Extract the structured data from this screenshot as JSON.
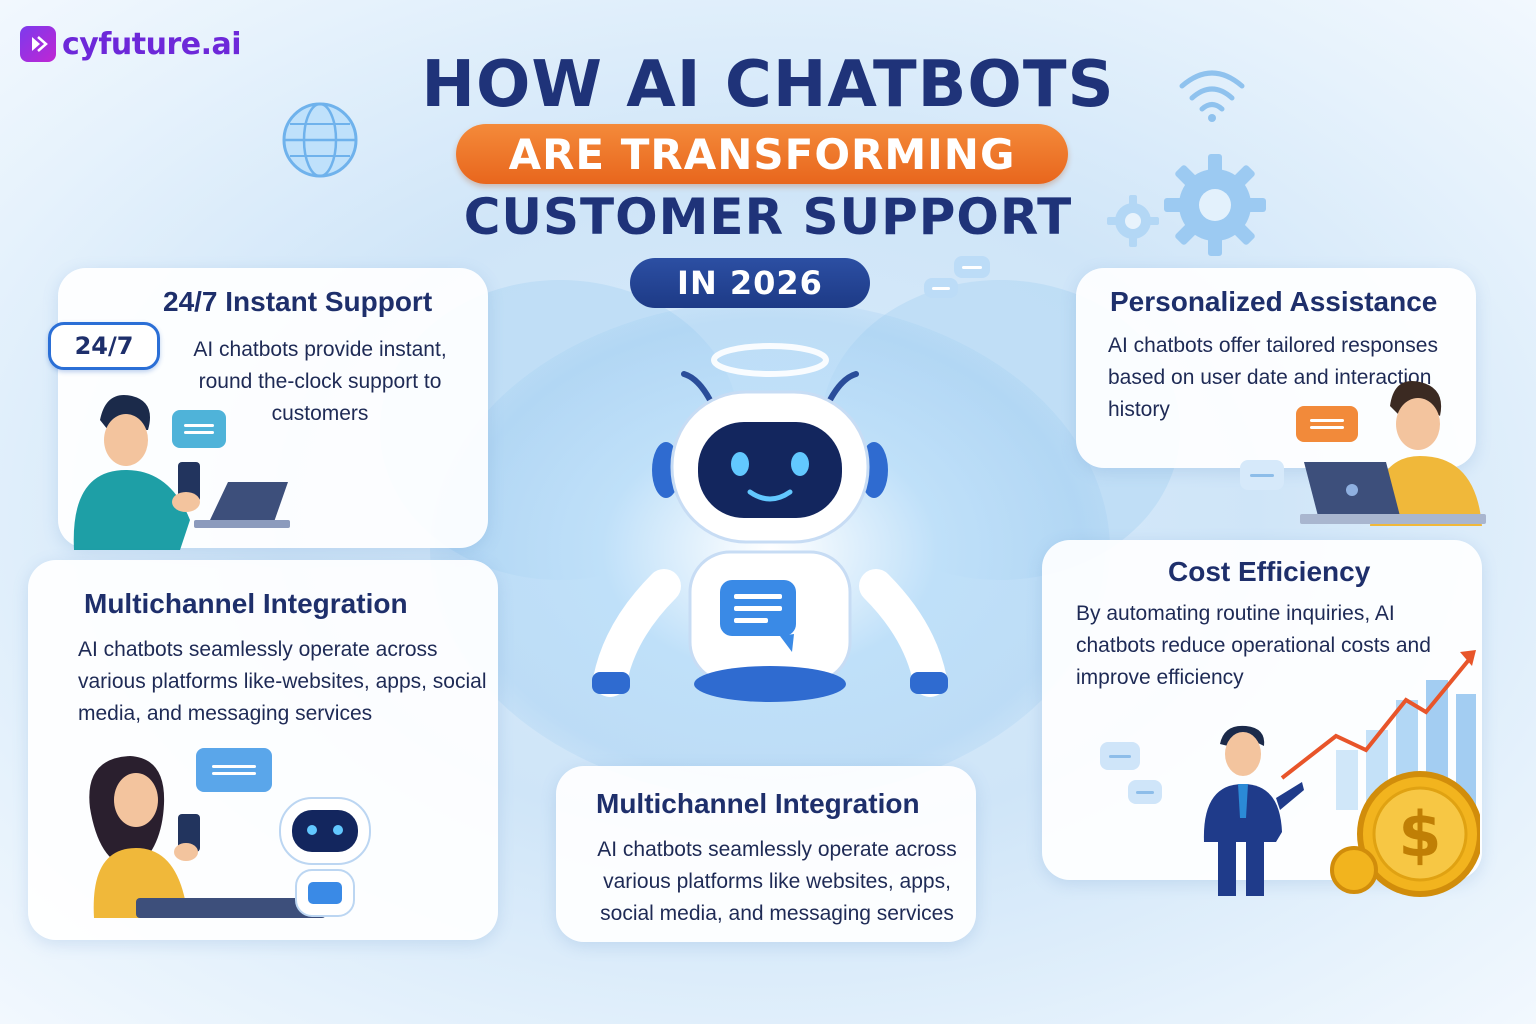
{
  "brand": {
    "logo_text": "cyfuture.ai",
    "accent": "#6d28d9"
  },
  "title": {
    "line1": "HOW AI CHATBOTS",
    "line2": "ARE TRANSFORMING",
    "line3": "CUSTOMER SUPPORT",
    "year": "IN 2026"
  },
  "colors": {
    "navy": "#1f3379",
    "orange": "#e8661d",
    "blue": "#2b6fd6"
  },
  "cards": {
    "instant": {
      "badge": "24/7",
      "title": "24/7 Instant Support",
      "text": "AI chatbots provide instant, round the-clock support to customers"
    },
    "personalized": {
      "title": "Personalized Assistance",
      "text": "AI chatbots offer tailored responses based on user date and interaction history"
    },
    "multichannel_left": {
      "title": "Multichannel Integration",
      "text": "AI chatbots seamlessly operate across various platforms like-websites, apps, social media, and messaging services"
    },
    "cost": {
      "title": "Cost Efficiency",
      "text": "By automating routine inquiries, AI chatbots reduce operational costs and improve efficiency"
    },
    "multichannel_bottom": {
      "title": "Multichannel Integration",
      "text": "AI chatbots seamlessly operate across various platforms like websites, apps, social media, and messaging services"
    }
  },
  "icons": [
    "globe-icon",
    "wifi-icon",
    "gear-icon",
    "chat-bubble-icon",
    "robot-icon",
    "dollar-coin-icon",
    "growth-chart-icon",
    "laptop-icon"
  ]
}
